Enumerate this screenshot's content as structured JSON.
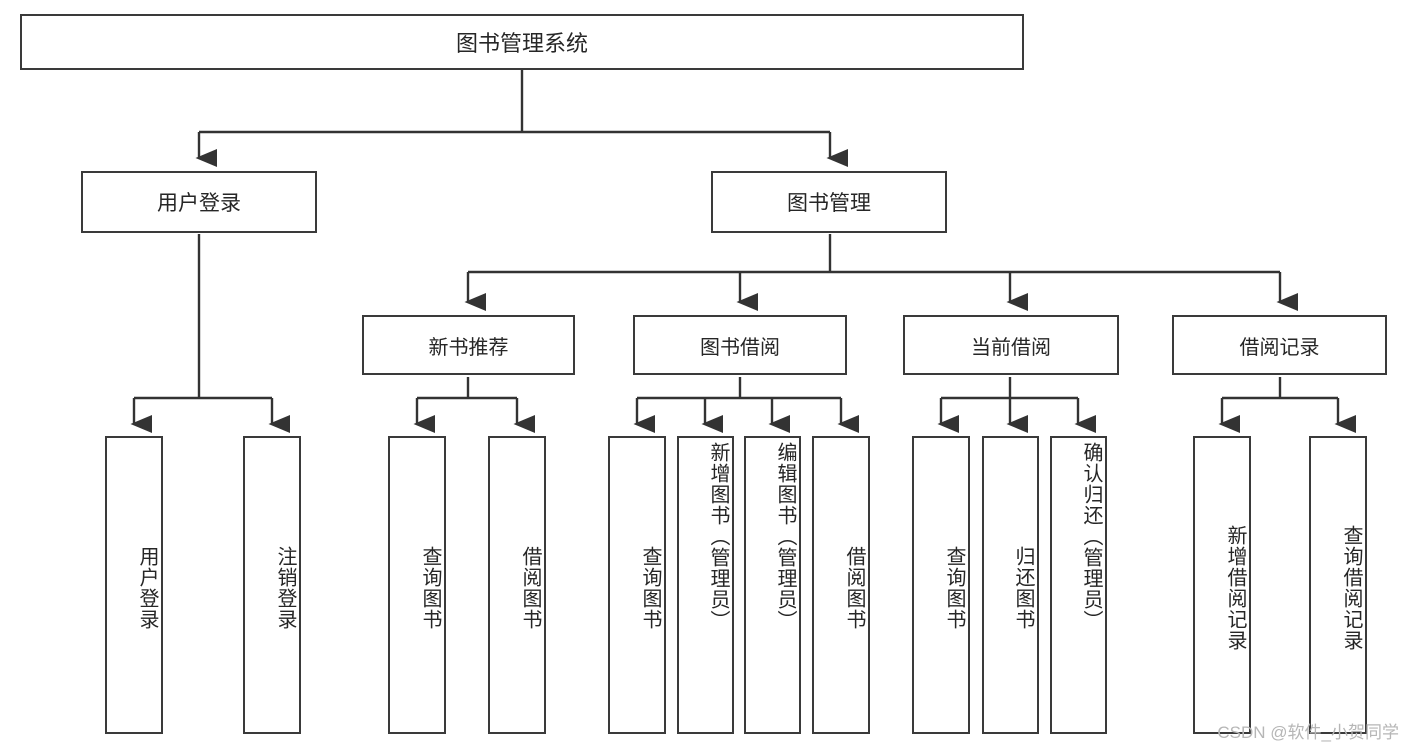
{
  "diagram": {
    "title": "图书管理系统",
    "type": "tree",
    "colors": {
      "box_border": "#3a3a3a",
      "box_fill": "#ffffff",
      "edge": "#333333",
      "text": "#262626",
      "watermark": "#b6b6b6"
    },
    "root": {
      "label": "图书管理系统"
    },
    "level2": [
      {
        "label": "用户登录"
      },
      {
        "label": "图书管理"
      }
    ],
    "level3": [
      {
        "label": "新书推荐"
      },
      {
        "label": "图书借阅"
      },
      {
        "label": "当前借阅"
      },
      {
        "label": "借阅记录"
      }
    ],
    "leaves": {
      "user_login": [
        {
          "label": "用户登录"
        },
        {
          "label": "注销登录"
        }
      ],
      "new_book_recommend": [
        {
          "label": "查询图书"
        },
        {
          "label": "借阅图书"
        }
      ],
      "book_borrow": [
        {
          "label": "查询图书"
        },
        {
          "label": "新增图书（管理员）"
        },
        {
          "label": "编辑图书（管理员）"
        },
        {
          "label": "借阅图书"
        }
      ],
      "current_borrow": [
        {
          "label": "查询图书"
        },
        {
          "label": "归还图书"
        },
        {
          "label": "确认归还（管理员）"
        }
      ],
      "borrow_record": [
        {
          "label": "新增借阅记录"
        },
        {
          "label": "查询借阅记录"
        }
      ]
    }
  },
  "watermark": {
    "text": "CSDN @软件_小贺同学"
  }
}
